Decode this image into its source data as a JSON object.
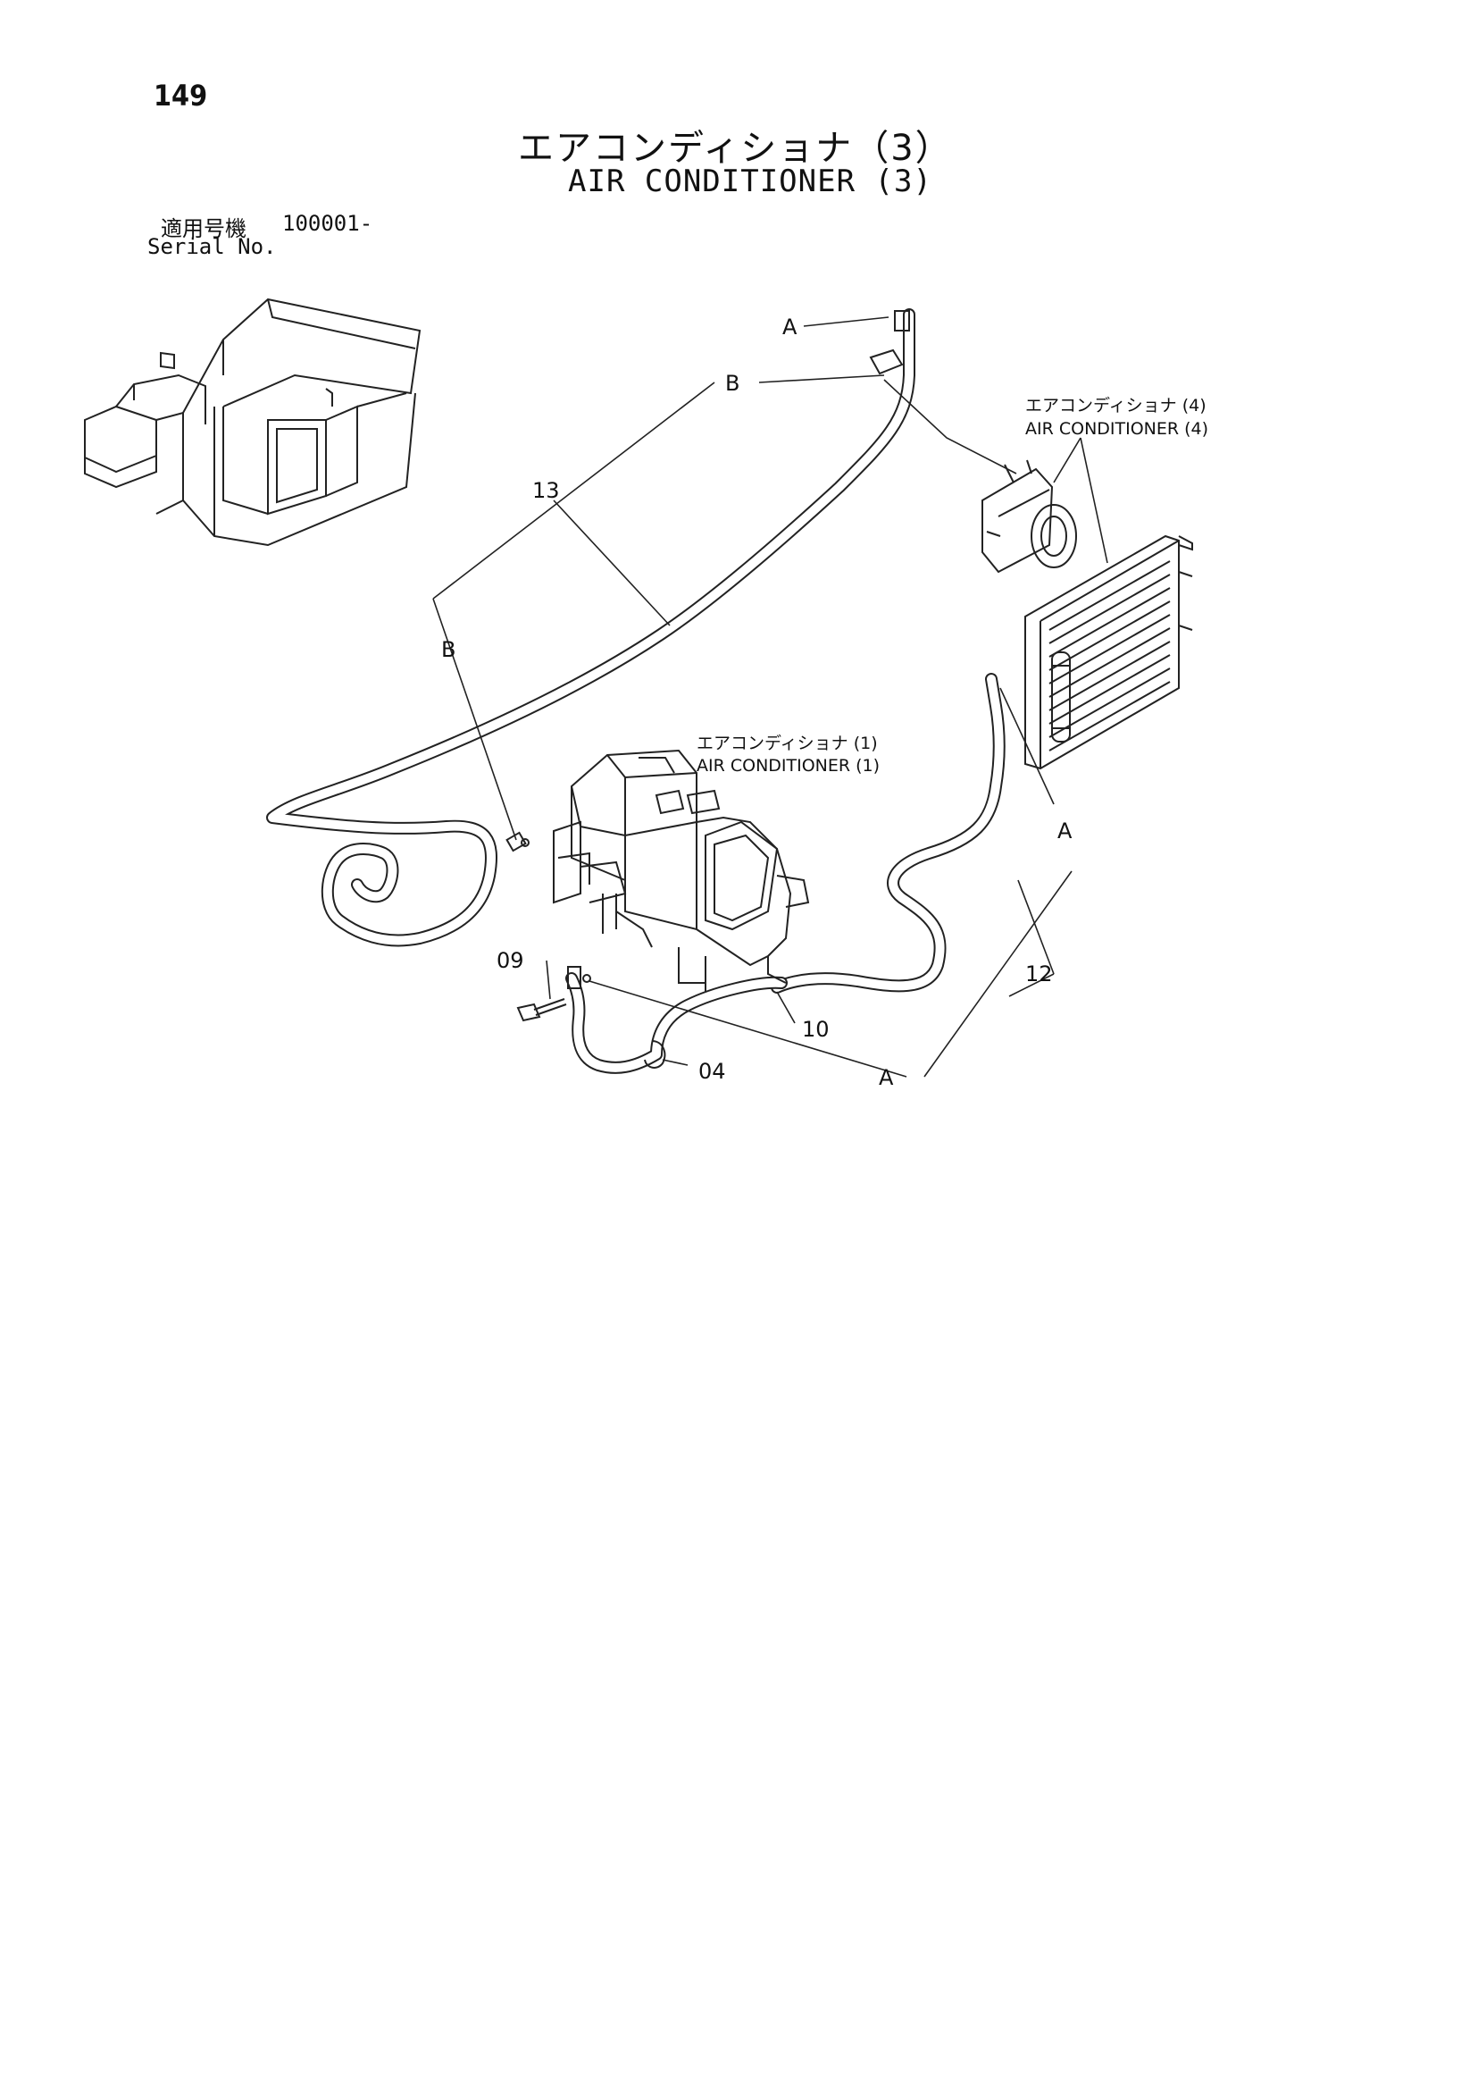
{
  "page_number": "149",
  "title_jp": "エアコンディショナ（3）",
  "title_en": "AIR CONDITIONER (3)",
  "serial": {
    "label_jp": "適用号機",
    "number": "100001-",
    "label_en": "Serial No."
  },
  "references": [
    {
      "jp": "エアコンディショナ (4)",
      "en": "AIR CONDITIONER (4)"
    },
    {
      "jp": "エアコンディショナ (1)",
      "en": "AIR CONDITIONER (1)"
    }
  ],
  "callouts": {
    "a": "A",
    "b": "B",
    "p13": "13",
    "p12": "12",
    "p10": "10",
    "p09": "09",
    "p04": "04"
  }
}
